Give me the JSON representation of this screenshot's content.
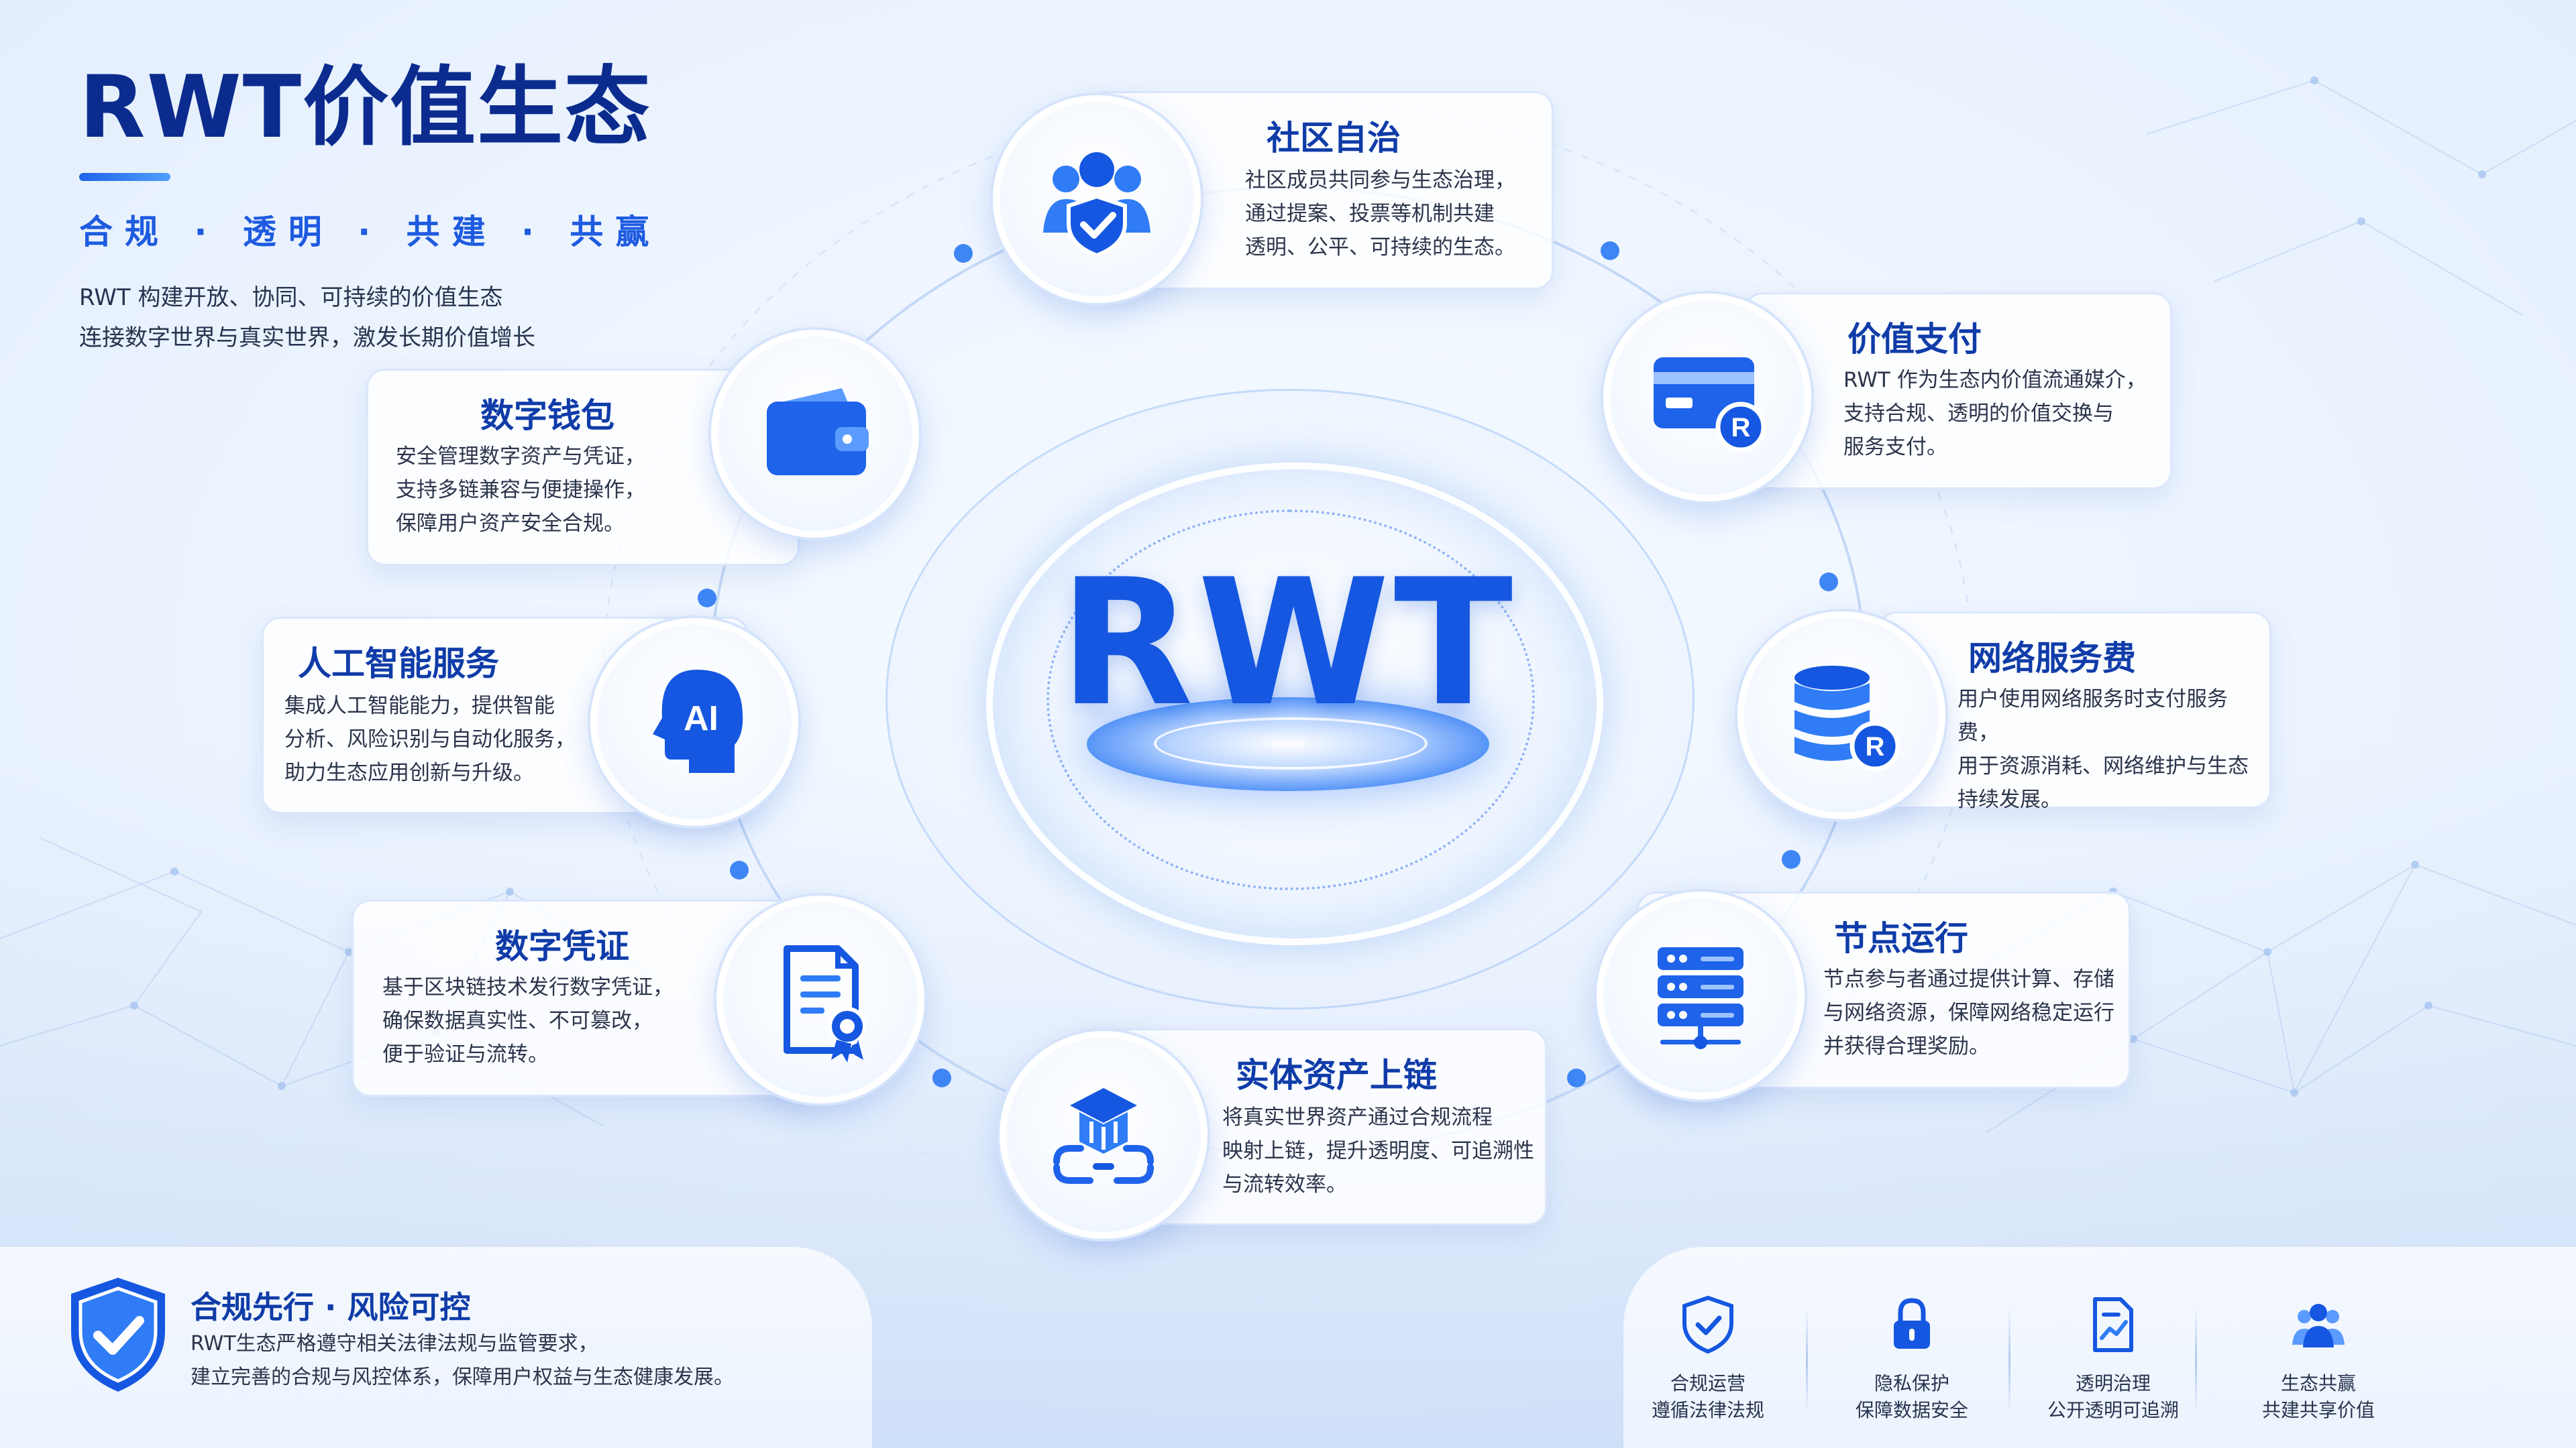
{
  "header": {
    "title": "RWT价值生态",
    "slogan": "合规 · 透明 · 共建 · 共赢",
    "intro_line1": "RWT 构建开放、协同、可持续的价值生态",
    "intro_line2": "连接数字世界与真实世界，激发长期价值增长"
  },
  "center": {
    "label": "RWT"
  },
  "cards": {
    "community": {
      "title": "社区自治",
      "desc": [
        "社区成员共同参与生态治理，",
        "通过提案、投票等机制共建",
        "透明、公平、可持续的生态。"
      ],
      "icon": "community-icon"
    },
    "payment": {
      "title": "价值支付",
      "desc": [
        "RWT 作为生态内价值流通媒介，",
        "支持合规、透明的价值交换与",
        "服务支付。"
      ],
      "icon": "payment-card-icon"
    },
    "network": {
      "title": "网络服务费",
      "desc": [
        "用户使用网络服务时支付服务费，",
        "用于资源消耗、网络维护与生态",
        "持续发展。"
      ],
      "icon": "database-icon"
    },
    "node": {
      "title": "节点运行",
      "desc": [
        "节点参与者通过提供计算、存储",
        "与网络资源，保障网络稳定运行",
        "并获得合理奖励。"
      ],
      "icon": "server-icon"
    },
    "asset": {
      "title": "实体资产上链",
      "desc": [
        "将真实世界资产通过合规流程",
        "映射上链，提升透明度、可追溯性",
        "与流转效率。"
      ],
      "icon": "asset-chain-icon"
    },
    "credential": {
      "title": "数字凭证",
      "desc": [
        "基于区块链技术发行数字凭证，",
        "确保数据真实性、不可篡改，",
        "便于验证与流转。"
      ],
      "icon": "certificate-icon"
    },
    "ai": {
      "title": "人工智能服务",
      "desc": [
        "集成人工智能能力，提供智能",
        "分析、风险识别与自动化服务，",
        "助力生态应用创新与升级。"
      ],
      "icon": "ai-head-icon",
      "icon_text": "AI"
    },
    "wallet": {
      "title": "数字钱包",
      "desc": [
        "安全管理数字资产与凭证，",
        "支持多链兼容与便捷操作，",
        "保障用户资产安全合规。"
      ],
      "icon": "wallet-icon"
    }
  },
  "compliance": {
    "title": "合规先行 · 风险可控",
    "desc_line1": "RWT生态严格遵守相关法律法规与监管要求，",
    "desc_line2": "建立完善的合规与风控体系，保障用户权益与生态健康发展。"
  },
  "features": [
    {
      "label": "合规运营",
      "sub": "遵循法律法规",
      "icon": "shield-check-icon"
    },
    {
      "label": "隐私保护",
      "sub": "保障数据安全",
      "icon": "lock-icon"
    },
    {
      "label": "透明治理",
      "sub": "公开透明可追溯",
      "icon": "document-chart-icon"
    },
    {
      "label": "生态共赢",
      "sub": "共建共享价值",
      "icon": "group-icon"
    }
  ],
  "colors": {
    "primary": "#1557e0",
    "dark": "#0b2c8e",
    "accent": "#4fa0ff"
  }
}
